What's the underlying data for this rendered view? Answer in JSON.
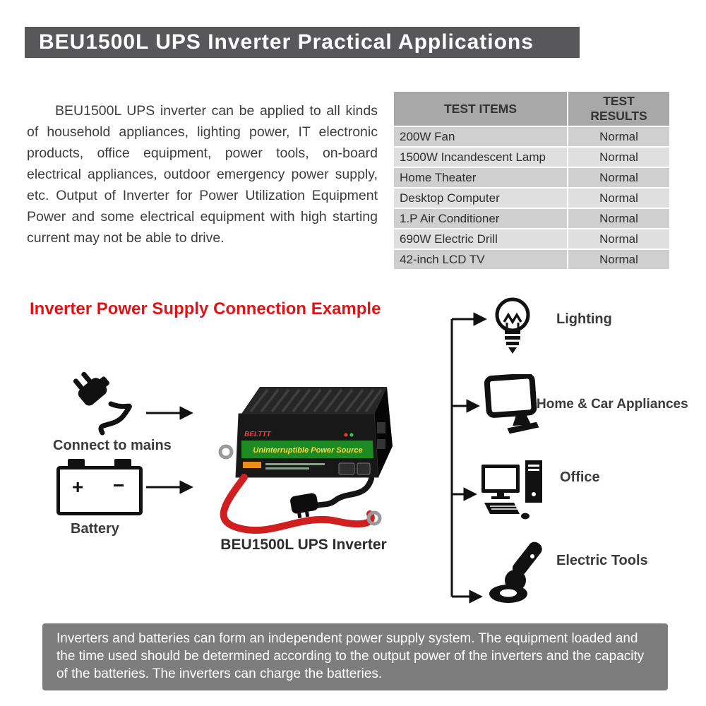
{
  "banner": {
    "title": "BEU1500L UPS Inverter Practical Applications"
  },
  "intro": {
    "text": "BEU1500L UPS inverter can be applied to all kinds of household appliances, lighting power, IT electronic products, office equipment, power tools, on-board electrical appliances, outdoor emergency power supply, etc. Output of Inverter for Power Utilization Equipment Power and some electrical equipment with high starting current may not be able to drive."
  },
  "test_table": {
    "headers": [
      "TEST ITEMS",
      "TEST RESULTS"
    ],
    "rows": [
      {
        "item": "200W Fan",
        "result": "Normal"
      },
      {
        "item": "1500W Incandescent Lamp",
        "result": "Normal"
      },
      {
        "item": "Home Theater",
        "result": "Normal"
      },
      {
        "item": "Desktop Computer",
        "result": "Normal"
      },
      {
        "item": "1.P Air Conditioner",
        "result": "Normal"
      },
      {
        "item": "690W Electric Drill",
        "result": "Normal"
      },
      {
        "item": "42-inch LCD TV",
        "result": "Normal"
      }
    ]
  },
  "diagram": {
    "heading": "Inverter Power Supply Connection Example",
    "labels": {
      "mains": "Connect to mains",
      "battery": "Battery",
      "inverter": "BEU1500L UPS Inverter",
      "lighting": "Lighting",
      "home_car": "Home & Car Appliances",
      "office": "Office",
      "tools": "Electric Tools"
    },
    "battery_plus": "+",
    "battery_minus": "−",
    "product": {
      "band_text": "Uninterruptible Power Source",
      "brand": "BELTTT"
    }
  },
  "footer": {
    "text": "Inverters and batteries can form an independent power supply system. The equipment loaded and the time used should be determined according to the output power of the inverters and the capacity of the batteries. The inverters can charge the batteries."
  },
  "colors": {
    "banner_bg": "#58585a",
    "heading_red": "#e01317",
    "footer_bg": "#7d7d7d",
    "table_header_bg": "#a8a8a8",
    "table_row_dark": "#cfcfcf",
    "table_row_light": "#dfdfdf",
    "text_dark": "#3d3d3d",
    "arrow": "#111111",
    "product_green": "#1e8a24"
  }
}
